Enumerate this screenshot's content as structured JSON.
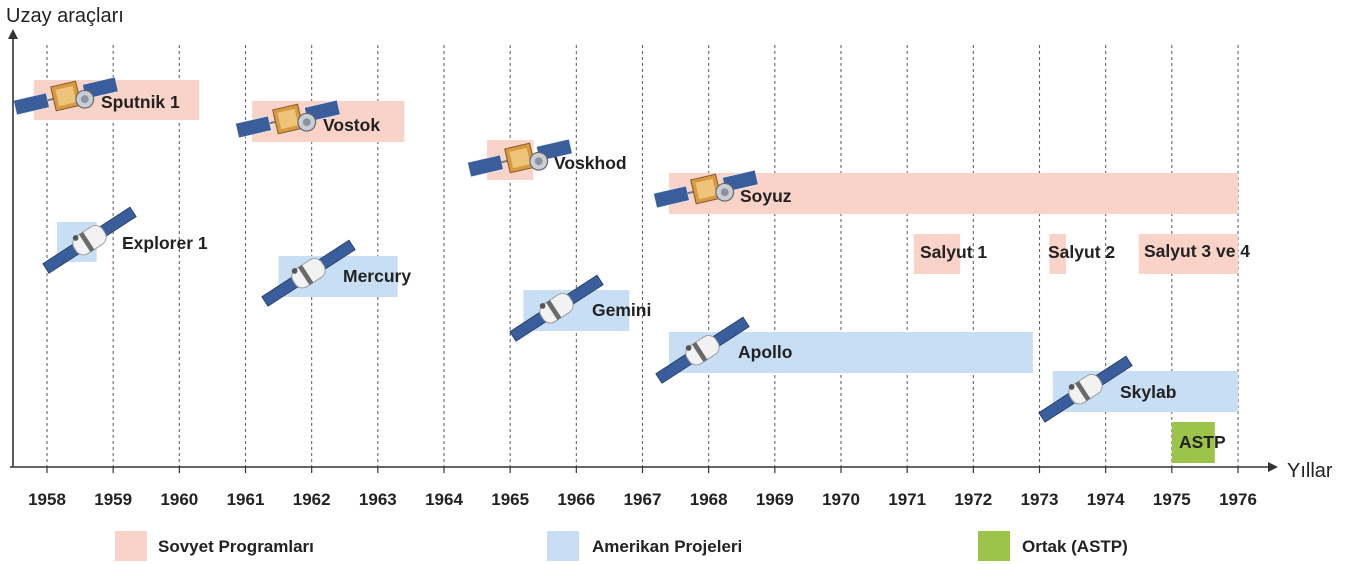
{
  "chart_data": {
    "type": "timeline",
    "ylabel": "Uzay araçları",
    "xlabel": "Yıllar",
    "xlim": [
      1958,
      1976
    ],
    "ticks": [
      1958,
      1959,
      1960,
      1961,
      1962,
      1963,
      1964,
      1965,
      1966,
      1967,
      1968,
      1969,
      1970,
      1971,
      1972,
      1973,
      1974,
      1975,
      1976
    ],
    "grid": "vertical dotted",
    "legend_position": "bottom",
    "colors": {
      "soviet": "#f9d3c7",
      "american": "#c7def4",
      "joint": "#9cc44a"
    },
    "legend": [
      {
        "key": "soviet",
        "label": "Sovyet Programları"
      },
      {
        "key": "american",
        "label": "Amerikan Projeleri"
      },
      {
        "key": "joint",
        "label": "Ortak (ASTP)"
      }
    ],
    "programs": [
      {
        "name": "Sputnik 1",
        "category": "soviet",
        "start": 1957.8,
        "end": 1960.3,
        "icon": "soviet-satellite-icon"
      },
      {
        "name": "Vostok",
        "category": "soviet",
        "start": 1961.1,
        "end": 1963.4,
        "icon": "soviet-satellite-icon"
      },
      {
        "name": "Voskhod",
        "category": "soviet",
        "start": 1964.65,
        "end": 1965.35,
        "icon": "soviet-satellite-icon"
      },
      {
        "name": "Soyuz",
        "category": "soviet",
        "start": 1967.4,
        "end": 1976.0,
        "icon": "soviet-satellite-icon"
      },
      {
        "name": "Explorer 1",
        "category": "american",
        "start": 1958.15,
        "end": 1958.75,
        "icon": "us-satellite-icon"
      },
      {
        "name": "Salyut 1",
        "category": "soviet",
        "start": 1971.1,
        "end": 1971.8,
        "icon": ""
      },
      {
        "name": "Salyut 2",
        "category": "soviet",
        "start": 1973.15,
        "end": 1973.4,
        "icon": ""
      },
      {
        "name": "Salyut 3 ve 4",
        "category": "soviet",
        "start": 1974.5,
        "end": 1976.0,
        "icon": ""
      },
      {
        "name": "Mercury",
        "category": "american",
        "start": 1961.5,
        "end": 1963.3,
        "icon": "us-satellite-icon"
      },
      {
        "name": "Gemini",
        "category": "american",
        "start": 1965.2,
        "end": 1966.8,
        "icon": "us-satellite-icon"
      },
      {
        "name": "Apollo",
        "category": "american",
        "start": 1967.4,
        "end": 1972.9,
        "icon": "us-satellite-icon"
      },
      {
        "name": "Skylab",
        "category": "american",
        "start": 1973.2,
        "end": 1976.0,
        "icon": "us-satellite-icon"
      },
      {
        "name": "ASTP",
        "category": "joint",
        "start": 1975.0,
        "end": 1975.65,
        "icon": ""
      }
    ]
  }
}
